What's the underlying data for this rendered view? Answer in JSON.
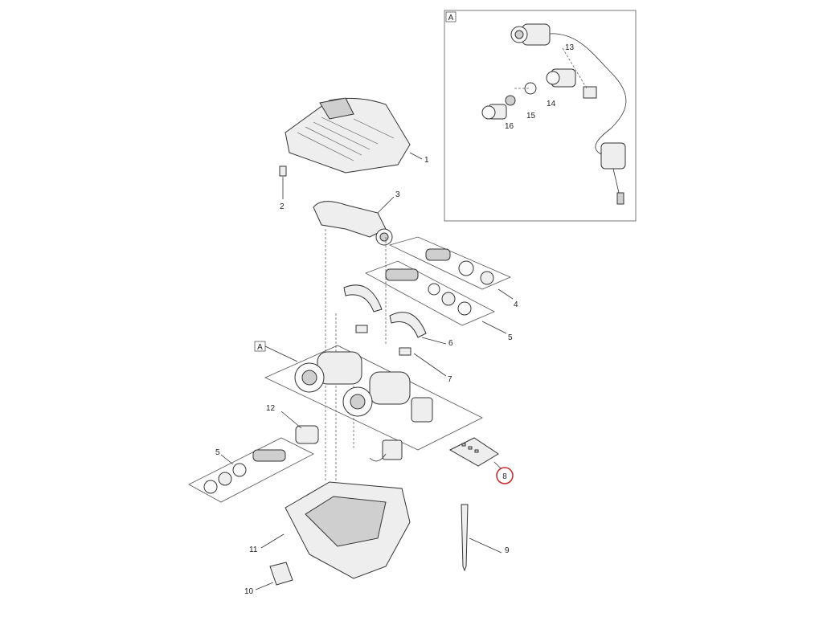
{
  "inset": {
    "label": "A",
    "numbers": [
      "13",
      "14",
      "15",
      "16"
    ]
  },
  "main_marker": {
    "label": "A"
  },
  "callouts": [
    "1",
    "2",
    "3",
    "4",
    "5",
    "6",
    "7",
    "8",
    "9",
    "10",
    "11",
    "12",
    "5"
  ],
  "highlight": {
    "label": "8",
    "color": "#c62828"
  }
}
